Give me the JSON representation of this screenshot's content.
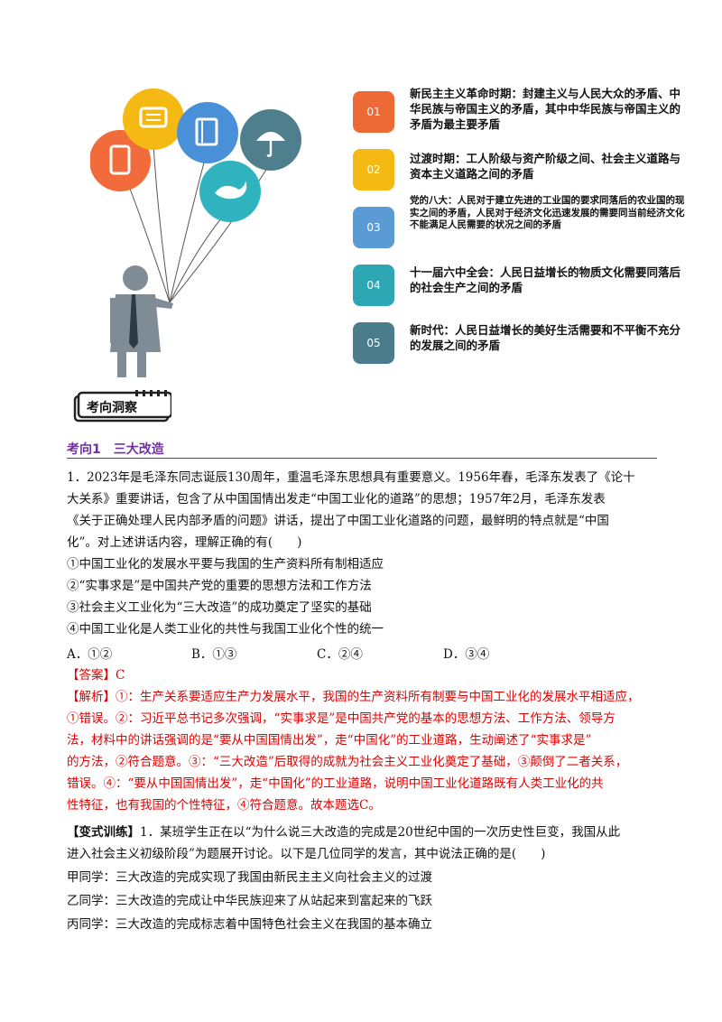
{
  "timeline": [
    {
      "num": "01",
      "color": "#ed6a37",
      "text": "新民主主义革命时期：封建主义与人民大众的矛盾、中华民族与帝国主义的矛盾，其中中华民族与帝国主义的矛盾为最主要矛盾"
    },
    {
      "num": "02",
      "color": "#f5b914",
      "text": "过渡时期：工人阶级与资产阶级之间、社会主义道路与资本主义道路之间的矛盾"
    },
    {
      "num": "03",
      "color": "#5b9bd5",
      "text": "党的八大：人民对于建立先进的工业国的要求同落后的农业国的现实之间的矛盾，人民对于经济文化迅速发展的需要同当前经济文化不能满足人民需要的状况之间的矛盾"
    },
    {
      "num": "04",
      "color": "#2ea7b4",
      "text": "十一届六中全会：人民日益增长的物质文化需要同落后的社会生产之间的矛盾"
    },
    {
      "num": "05",
      "color": "#4a7c8c",
      "text": "新时代：人民日益增长的美好生活需要和不平衡不充分的发展之间的矛盾"
    }
  ],
  "section_badge": "考向洞察",
  "heading": "考向1　三大改造",
  "question": {
    "stem_lines": [
      "1．2023年是毛泽东同志诞辰130周年，重温毛泽东思想具有重要意义。1956年春，毛泽东发表了《论十",
      "大关系》重要讲话，包含了从中国国情出发走“中国工业化的道路”的思想；1957年2月，毛泽东发表",
      "《关于正确处理人民内部矛盾的问题》讲话，提出了中国工业化道路的问题，最鲜明的特点就是“中国",
      "化”。对上述讲话内容，理解正确的有(　　)"
    ],
    "items": [
      "①中国工业化的发展水平要与我国的生产资料所有制相适应",
      "②“实事求是”是中国共产党的重要的思想方法和工作方法",
      "③社会主义工业化为“三大改造”的成功奠定了坚实的基础",
      "④中国工业化是人类工业化的共性与我国工业化个性的统一"
    ],
    "options": [
      "A．①②",
      "B．①③",
      "C．②④",
      "D．③④"
    ],
    "answer": "【答案】C",
    "analysis_lines": [
      "【解析】①：生产关系要适应生产力发展水平，我国的生产资料所有制要与中国工业化的发展水平相适应，",
      "①错误。②：习近平总书记多次强调，“实事求是”是中国共产党的基本的思想方法、工作方法、领导方",
      "法，材料中的讲话强调的是“要从中国国情出发”，走“中国化”的工业道路，生动阐述了“实事求是”",
      "的方法，②符合题意。③：“三大改造”后取得的成就为社会主义工业化奠定了基础，③颠倒了二者关系，",
      "错误。④：“要从中国国情出发”，走“中国化”的工业道路，说明中国工业化道路既有人类工业化的共",
      "性特征，也有我国的个性特征，④符合题意。故本题选C。"
    ]
  },
  "variant": {
    "label": "【变式训练】",
    "line1": "1．某班学生正在以“为什么说三大改造的完成是20世纪中国的一次历史性巨变，我国从此",
    "line2": "进入社会主义初级阶段”为题展开讨论。以下是几位同学的发言，其中说法正确的是(　　)",
    "students": [
      "甲同学：三大改造的完成实现了我国由新民主主义向社会主义的过渡",
      "乙同学：三大改造的完成让中华民族迎来了从站起来到富起来的飞跃",
      "丙同学：三大改造的完成标志着中国特色社会主义在我国的基本确立"
    ]
  }
}
